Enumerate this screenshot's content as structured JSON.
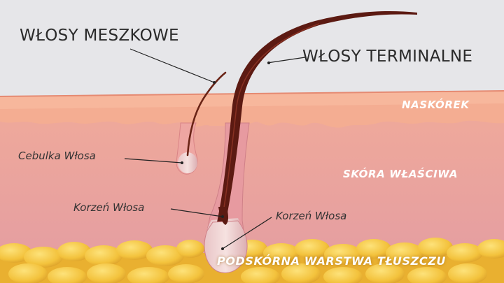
{
  "labels": {
    "vellus_hair": "WŁOSY MESZKOWE",
    "terminal_hair": "WŁOSY TERMINALNE",
    "epidermis": "NASKÓREK",
    "dermis": "SKÓRA WŁAŚCIWA",
    "subcutis": "PODSKÓRNA WARSTWA TŁUSZCZU",
    "hair_bulb": "Cebulka Włosa",
    "hair_root_left": "Korzeń Włosa",
    "hair_root_right": "Korzeń Włosa"
  },
  "colors": {
    "background": "#e6e6e9",
    "epidermis": "#f2a58e",
    "dermis": "#e8a2a6",
    "fat": "#f2c23a",
    "hair": "#5c1a12"
  }
}
